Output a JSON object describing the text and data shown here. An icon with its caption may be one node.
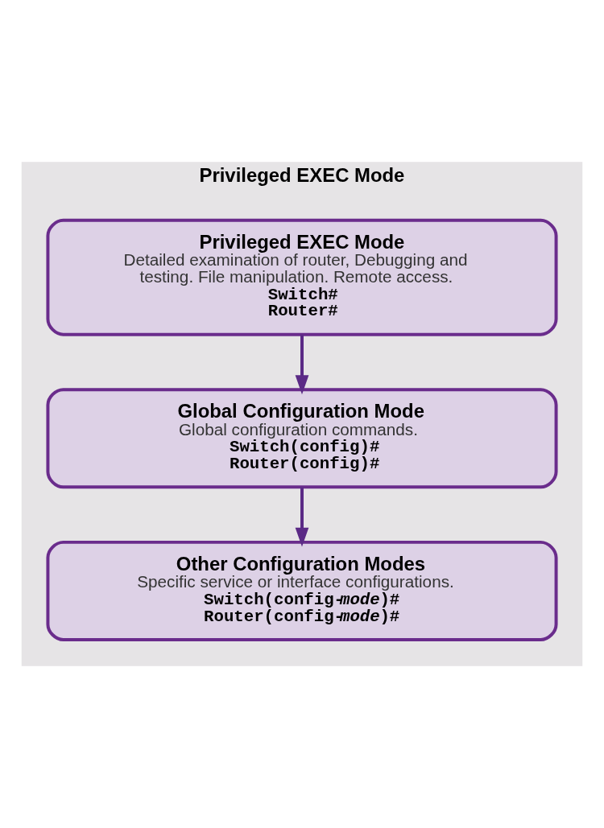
{
  "diagram": {
    "nodes": [
      {
        "text": [
          "Privileged EXEC Mode"
        ]
      },
      {
        "text": [
          "Privileged EXEC Mode",
          "Detailed examination of router, Debugging and testing. File manipulation. Remote access.",
          "Switch#",
          "Router#"
        ],
        "in": 0
      },
      {
        "text": [
          "Global Configuration Mode",
          "Global configuration commands.",
          "Switch(config)#",
          "Router(config)#"
        ],
        "in": 0
      },
      {
        "text": [
          "Other Configuration Modes",
          "Specific service or interface configurations.",
          "Switch(config-*mode*)#",
          "Router(config-*mode*)#"
        ],
        "in": 0
      }
    ],
    "edges": [
      {
        "from": 1,
        "to": 2,
        "arrow": "to"
      },
      {
        "from": 2,
        "to": 3,
        "arrow": "to"
      }
    ]
  }
}
